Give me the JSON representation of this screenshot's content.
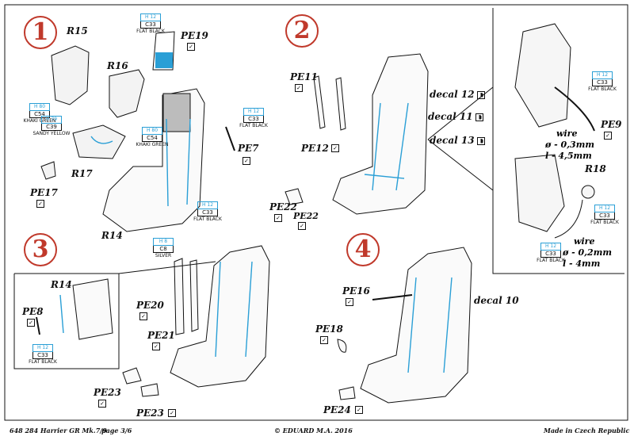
{
  "steps": [
    "1",
    "2",
    "3",
    "4"
  ],
  "labels": {
    "R15": "R15",
    "R16": "R16",
    "R17": "R17",
    "R14_s1": "R14",
    "PE19": "PE19",
    "PE17": "PE17",
    "PE7": "PE7",
    "PE11": "PE11",
    "PE12": "PE12",
    "PE22": "PE22",
    "PE22b": "PE22",
    "decal12": "decal 12",
    "decal11": "decal 11",
    "decal13": "decal 13",
    "PE9": "PE9",
    "R18": "R18",
    "R14_s3": "R14",
    "PE8": "PE8",
    "PE20": "PE20",
    "PE21": "PE21",
    "PE23a": "PE23",
    "PE23b": "PE23",
    "PE16": "PE16",
    "PE18": "PE18",
    "PE24": "PE24",
    "decal10": "decal 10"
  },
  "paints": {
    "flat_black": {
      "h": "H 12",
      "c": "C33",
      "name": "FLAT BLACK"
    },
    "khaki_green": {
      "h": "H 80",
      "c": "C54",
      "name": "KHAKI GREEN"
    },
    "sandy_yellow": {
      "h": "H 79",
      "c": "C39",
      "name": "SANDY YELLOW"
    },
    "silver": {
      "h": "H 8",
      "c": "C8",
      "name": "SILVER"
    }
  },
  "wires": {
    "w1": {
      "title": "wire",
      "dia": "ø - 0,3mm",
      "len": "l - 4,5mm"
    },
    "w2": {
      "title": "wire",
      "dia": "ø - 0,2mm",
      "len": "l - 4mm"
    }
  },
  "checkbox_mark": "✓",
  "footer": {
    "product": "648 284  Harrier GR Mk.7/9",
    "page": "page 3/6",
    "copyright": "© EDUARD  M.A. 2016",
    "made_in": "Made in Czech Republic"
  },
  "colors": {
    "accent_blue": "#2a9fd6",
    "step_red": "#c0392b",
    "line": "#111111"
  }
}
